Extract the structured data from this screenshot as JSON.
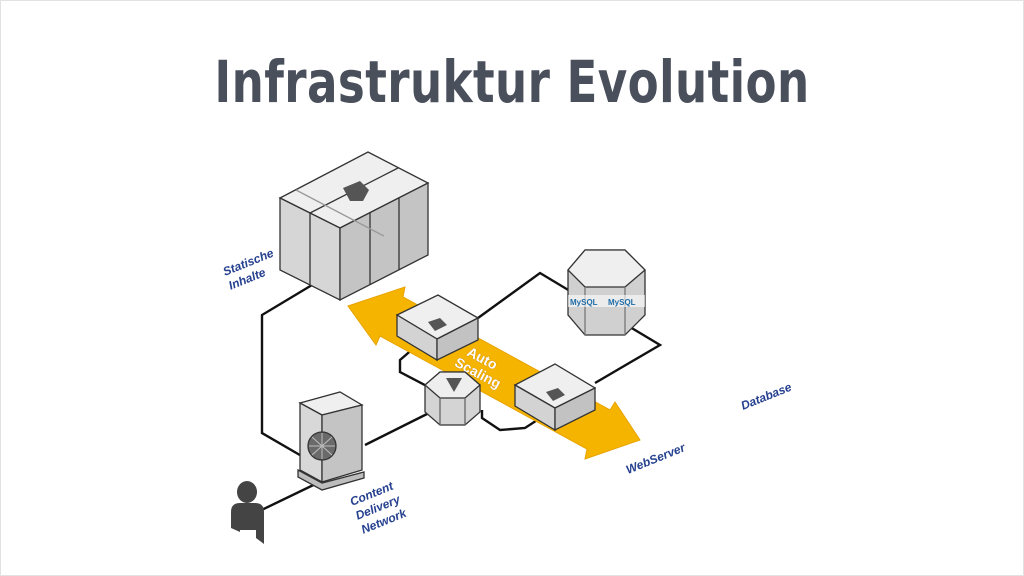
{
  "title": "Infrastruktur Evolution",
  "labels": {
    "static": [
      "Statische",
      "Inhalte"
    ],
    "cdn": [
      "Content",
      "Delivery",
      "Network"
    ],
    "webserver": "WebServer",
    "database": "Database",
    "autoscaling": [
      "Auto",
      "Scaling"
    ]
  },
  "mysql": {
    "left": "MySQL",
    "right": "MySQL"
  },
  "colors": {
    "title": "#4a4f5c",
    "label": "#26418f",
    "arrow": "#f5b400",
    "server_top": "#eeeeee",
    "server_side": "#d0d0d0",
    "line": "#111111"
  },
  "icons": [
    "static-storage-icon",
    "cdn-icon",
    "user-icon",
    "web-server-icon",
    "load-balancer-icon",
    "mysql-database-icon"
  ]
}
